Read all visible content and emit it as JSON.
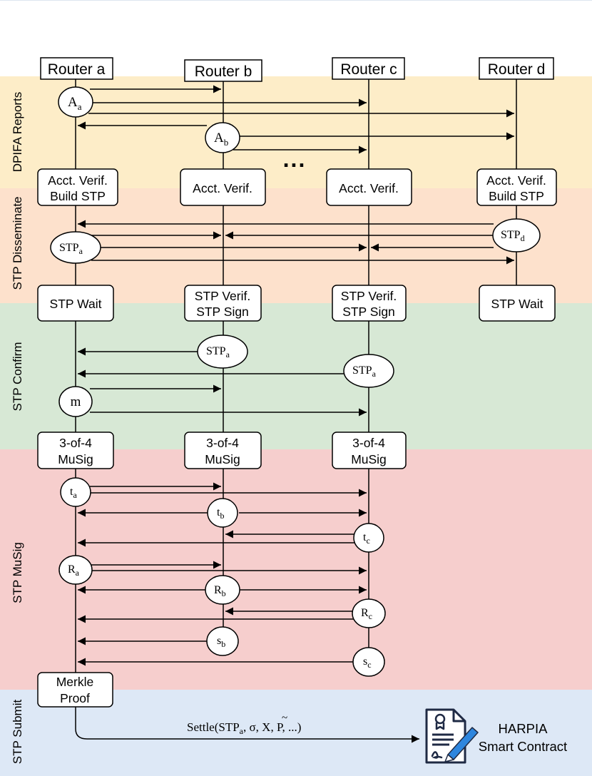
{
  "phases": [
    {
      "id": "dpifa",
      "label": "DPIFA Reports",
      "color": "#fdedc8"
    },
    {
      "id": "disseminate",
      "label": "STP Disseminate",
      "color": "#fde1cc"
    },
    {
      "id": "confirm",
      "label": "STP Confirm",
      "color": "#d7e8d5"
    },
    {
      "id": "musig",
      "label": "STP MuSig",
      "color": "#f6cecd"
    },
    {
      "id": "submit",
      "label": "STP Submit",
      "color": "#dde8f6"
    }
  ],
  "routers": [
    {
      "id": "a",
      "label": "Router a"
    },
    {
      "id": "b",
      "label": "Router b"
    },
    {
      "id": "c",
      "label": "Router c"
    },
    {
      "id": "d",
      "label": "Router d"
    }
  ],
  "boxes": {
    "acct_a_1": "Acct. Verif.",
    "acct_a_2": "Build STP",
    "acct_b": "Acct. Verif.",
    "acct_c": "Acct. Verif.",
    "acct_d_1": "Acct. Verif.",
    "acct_d_2": "Build STP",
    "wait_a": "STP Wait",
    "verif_b_1": "STP Verif.",
    "verif_b_2": "STP Sign",
    "verif_c_1": "STP Verif.",
    "verif_c_2": "STP Sign",
    "wait_d": "STP Wait",
    "musig_1": "3-of-4",
    "musig_2": "MuSig",
    "merkle_1": "Merkle",
    "merkle_2": "Proof"
  },
  "ellipsis": "...",
  "nodes": {
    "A": "A",
    "STP": "STP",
    "m": "m",
    "t": "t",
    "R": "R",
    "s": "s",
    "sub_a": "a",
    "sub_b": "b",
    "sub_c": "c",
    "sub_d": "d"
  },
  "settle_call": {
    "prefix": "Settle(STP",
    "sub": "a",
    "args": ", σ, ",
    "x": "X",
    "tilde": "~",
    "rest": ", P, ...)"
  },
  "contract": {
    "line1": "HARPIA",
    "line2": "Smart Contract"
  }
}
